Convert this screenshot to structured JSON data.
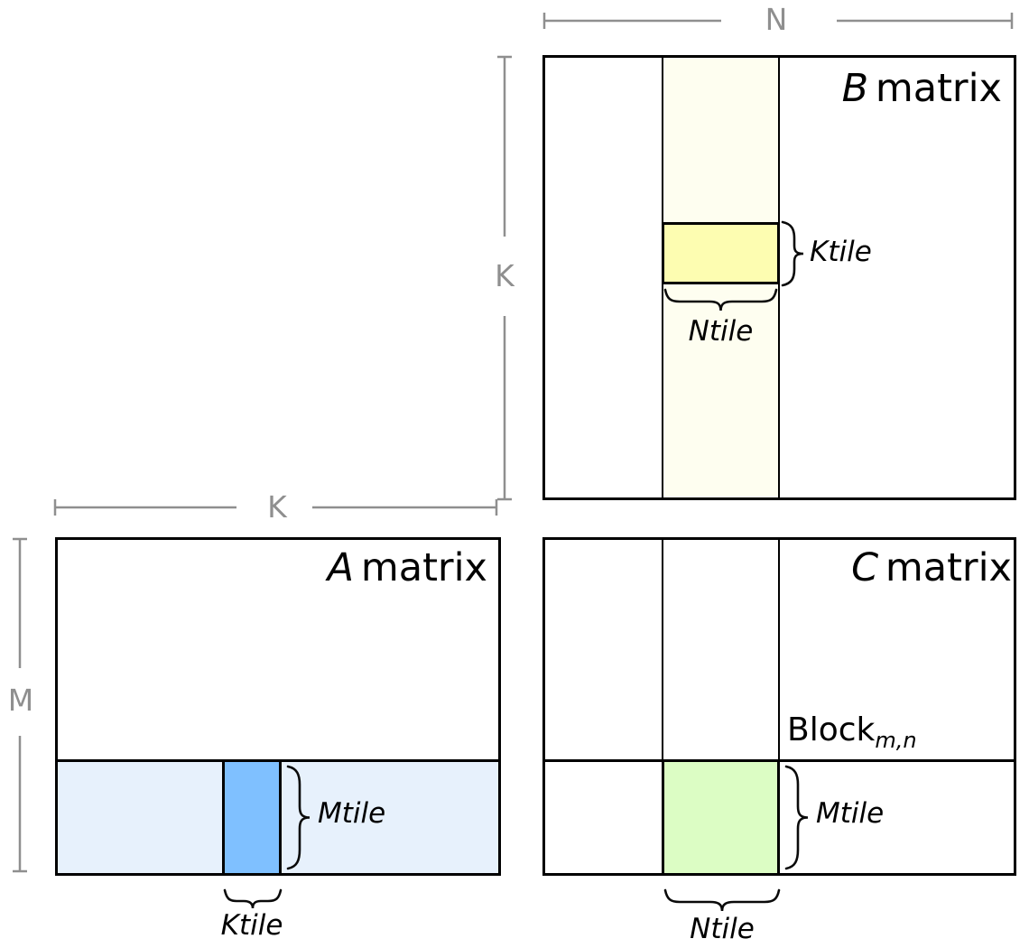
{
  "matrices": {
    "b": {
      "name_letter": "B",
      "name_word": "matrix",
      "ktile_label": "Ktile",
      "ntile_label": "Ntile"
    },
    "a": {
      "name_letter": "A",
      "name_word": "matrix",
      "mtile_label": "Mtile",
      "ktile_label": "Ktile"
    },
    "c": {
      "name_letter": "C",
      "name_word": "matrix",
      "mtile_label": "Mtile",
      "ntile_label": "Ntile",
      "block_base": "Block",
      "block_subscript": "m,n"
    }
  },
  "dimensions": {
    "n": "N",
    "k_vertical": "K",
    "k_horizontal": "K",
    "m": "M"
  },
  "colors": {
    "tile_yellow": "#fdfdb1",
    "column_ivory": "#fefef0",
    "row_light_blue": "#e7f1fc",
    "tile_blue": "#7fc0ff",
    "tile_green": "#dcfdc4",
    "dimension_gray": "#8f8f8f",
    "line_black": "#000000"
  }
}
